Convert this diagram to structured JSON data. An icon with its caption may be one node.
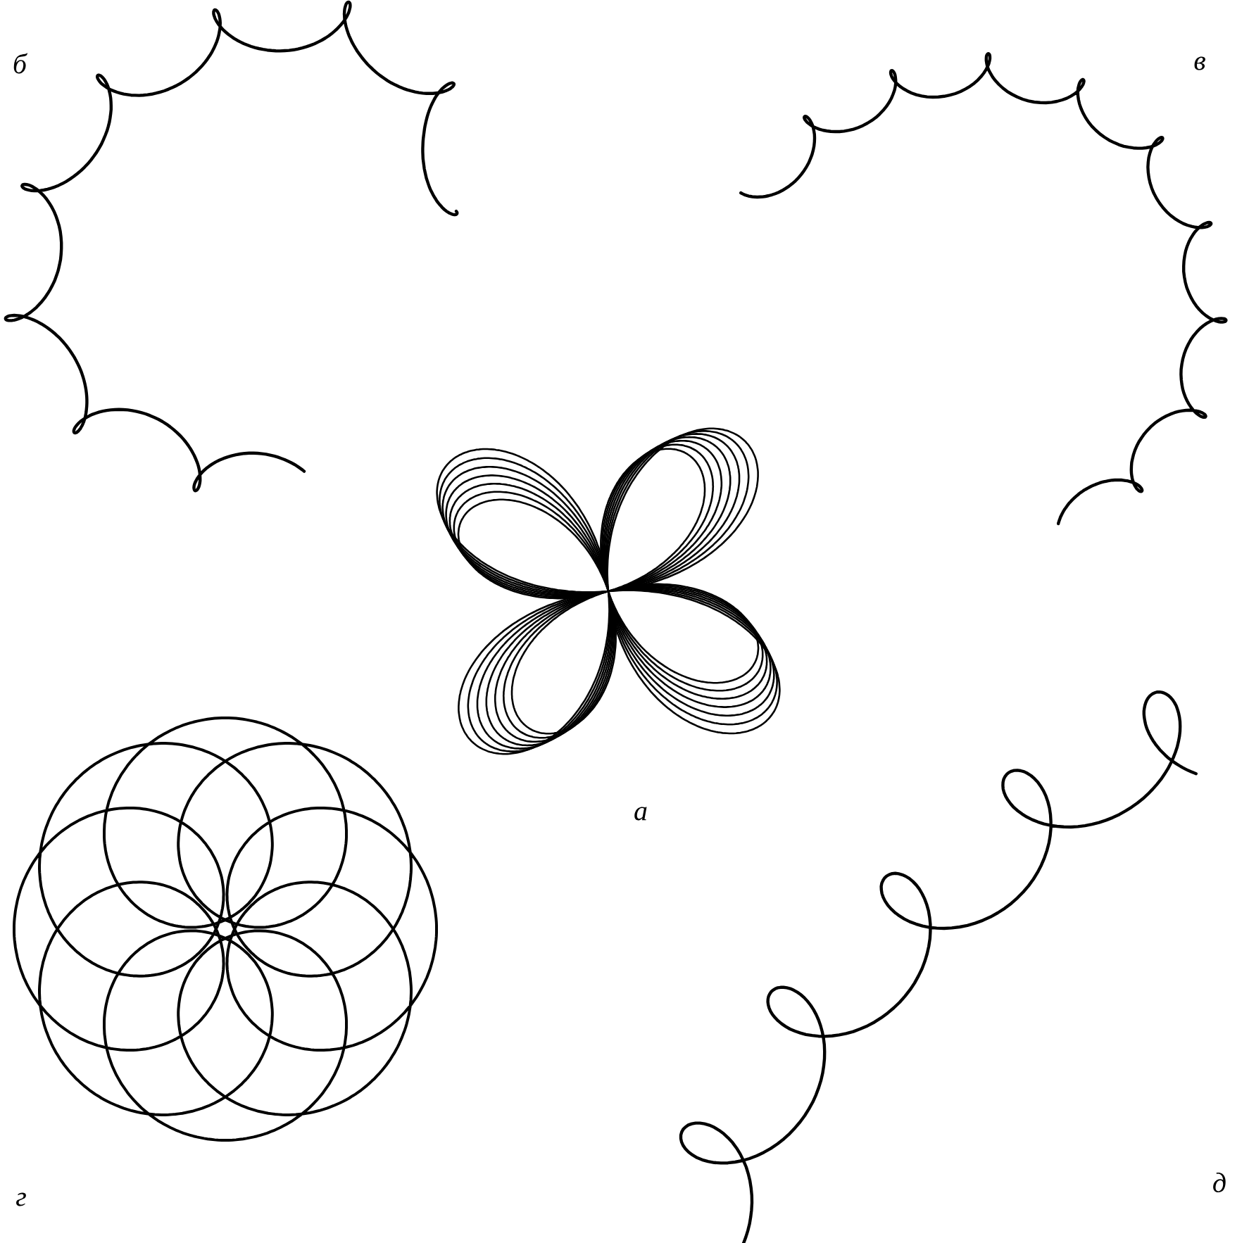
{
  "diagram": {
    "labels": [
      "б",
      "в",
      "а",
      "г",
      "д"
    ]
  }
}
